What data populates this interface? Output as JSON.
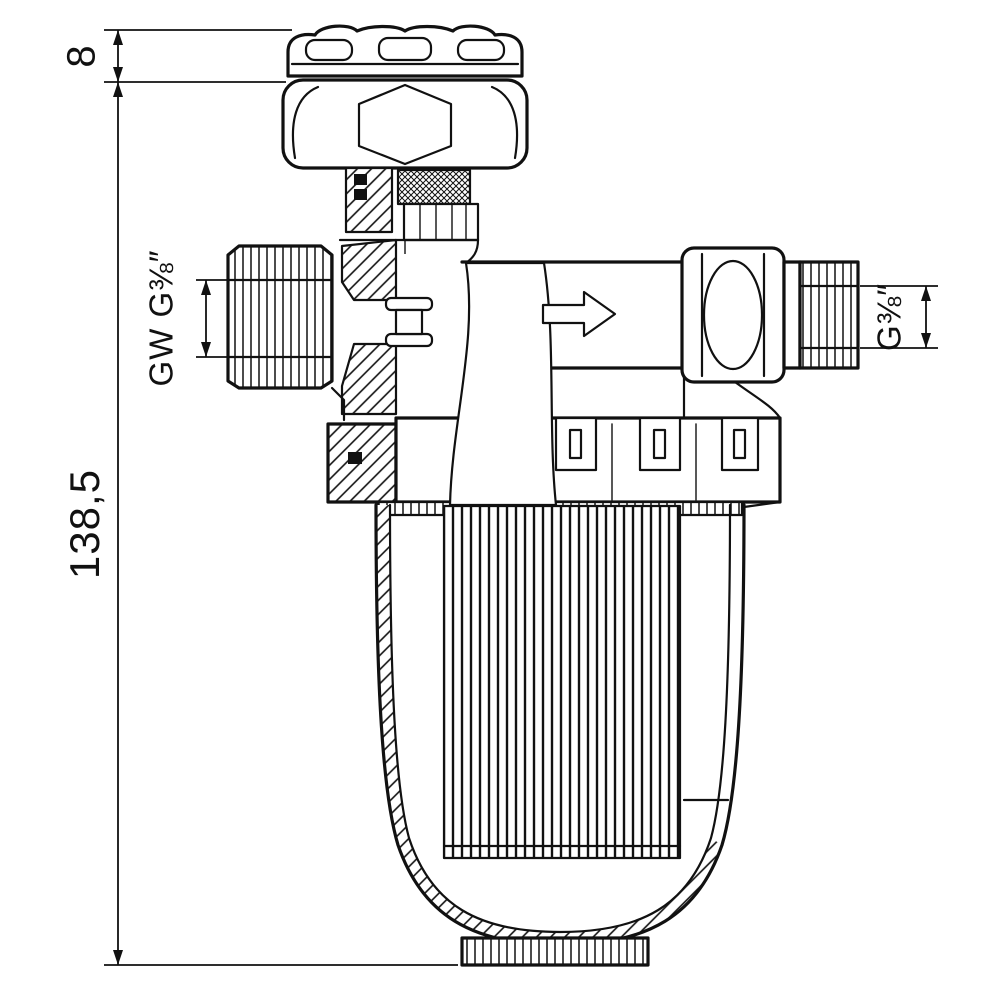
{
  "labels": {
    "knob_height": "8",
    "overall_height": "138,5",
    "left_port": "GW G⅜″",
    "right_port": "G⅜″"
  },
  "flow": {
    "direction_icon": "right-arrow"
  },
  "colors": {
    "line": "#111111",
    "background": "#ffffff"
  }
}
